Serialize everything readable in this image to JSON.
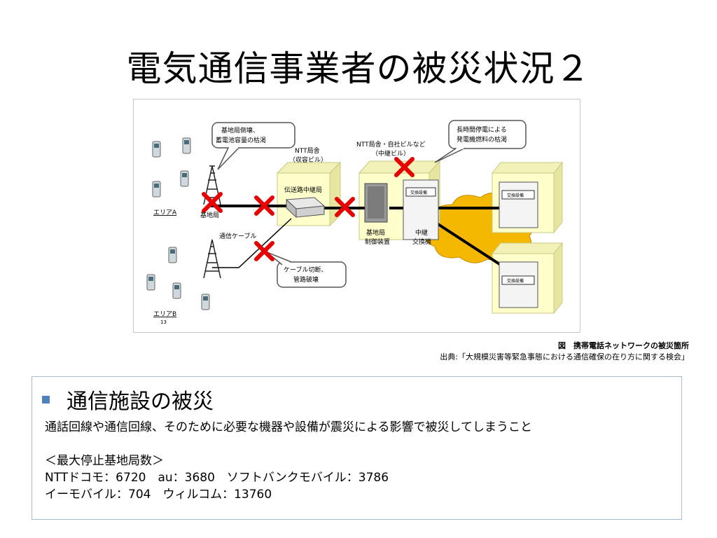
{
  "slide": {
    "title": "電気通信事業者の被災状況２"
  },
  "figure": {
    "labels": {
      "callout_base_station": [
        "基地局倒壊、",
        "蓄電池容量の枯渇"
      ],
      "ntt_office_1": [
        "NTT局舎",
        "（収容ビル）"
      ],
      "ntt_office_2": [
        "NTT局舎・自社ビルなど",
        "（中継ビル）"
      ],
      "callout_power": [
        "長時間停電による",
        "発電機燃料の枯渇"
      ],
      "transmission_relay": "伝送路中継局",
      "base_station": "基地局",
      "comm_cable": "通信ケーブル",
      "callout_cable": [
        "ケーブル切断、",
        "管路破壊"
      ],
      "area_a": "エリアA",
      "area_b": "エリアB",
      "page_no": "13",
      "base_control": [
        "基地局",
        "制御装置"
      ],
      "relay_switch": [
        "中継",
        "交換機"
      ],
      "switch_equipment": "交換設備"
    }
  },
  "caption": {
    "title": "図　携帯電話ネットワークの被災箇所",
    "source": "出典:「大規模災害等緊急事態における通信確保の在り方に関する検会」"
  },
  "info": {
    "heading": "通信施設の被災",
    "description": "通話回線や通信回線、そのために必要な機器や設備が震災による影響で被災してしまうこと",
    "subheading": "＜最大停止基地局数＞",
    "line1": "NTTドコモ：6720　au：3680　ソフトバンクモバイル：3786",
    "line2": "イーモバイル：704　ウィルコム：13760"
  },
  "colors": {
    "box_fill": "#ffffcc",
    "box_side": "#e6e6a0",
    "cross": "#e60000",
    "cloud": "#f5b800",
    "bullet": "#4f81bd",
    "border": "#a9bcd6"
  }
}
